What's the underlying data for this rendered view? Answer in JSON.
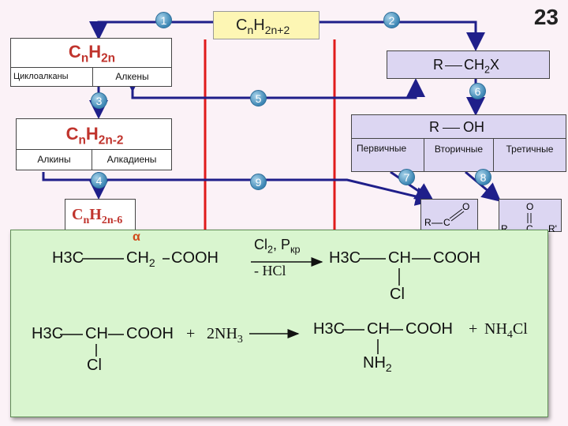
{
  "slide_number": "23",
  "diagram": {
    "top": {
      "c": "C",
      "n1": "n",
      "h": "H",
      "sub": "2n+2"
    },
    "alkanes_group": {
      "c": "C",
      "n1": "n",
      "h": "H",
      "sub": "2n",
      "left": "Циклоалканы",
      "right": "Алкены"
    },
    "alkynes_group": {
      "c": "C",
      "n1": "n",
      "h": "H",
      "sub": "2n-2",
      "left": "Алкины",
      "right": "Алкадиены"
    },
    "arenes": {
      "c": "C",
      "n1": "n",
      "h": "H",
      "sub": "2n-6"
    },
    "haloalkane": {
      "r": "R",
      "ch": "CH",
      "two": "2",
      "x": "X"
    },
    "alcohols": {
      "title_r": "R",
      "title_oh": "OH",
      "col1": "Первичные",
      "col2": "Вторичные",
      "col3": "Третичные"
    },
    "aldehyde": {
      "r": "R",
      "c": "C",
      "o": "O"
    },
    "ketone": {
      "r1": "R",
      "c": "C",
      "o": "O",
      "r2": "R'"
    },
    "badges": [
      "1",
      "2",
      "3",
      "4",
      "5",
      "6",
      "7",
      "8",
      "9"
    ]
  },
  "reactions": {
    "alpha": "α",
    "r1": {
      "h3c": "H3C",
      "ch2": "CH",
      "ch2_sub": "2",
      "cooh": "COOH",
      "reagent_cl": "Cl",
      "reagent_cl_sub": "2",
      "reagent_p": ", P",
      "reagent_p_sub": "кр",
      "byproduct": "- HCl",
      "p_h3c": "H3C",
      "p_ch": "CH",
      "p_cooh": "COOH",
      "p_cl": "Cl"
    },
    "r2": {
      "h3c": "H3C",
      "ch": "CH",
      "cooh": "COOH",
      "cl": "Cl",
      "plus1": "+",
      "nh3": "2NH",
      "nh3_sub": "3",
      "p_h3c": "H3C",
      "p_ch": "CH",
      "p_cooh": "COOH",
      "p_nh": "NH",
      "p_nh_sub": "2",
      "plus2": "+",
      "nh4": "NH",
      "nh4_sub": "4",
      "nh4_cl": "Cl"
    }
  },
  "colors": {
    "accent_red": "#e01b1b",
    "formula_red": "#c0342d",
    "arrow_blue": "#1f1f8a",
    "panel_green": "#d9f5cf",
    "badge_blue": "#3c86b4"
  }
}
